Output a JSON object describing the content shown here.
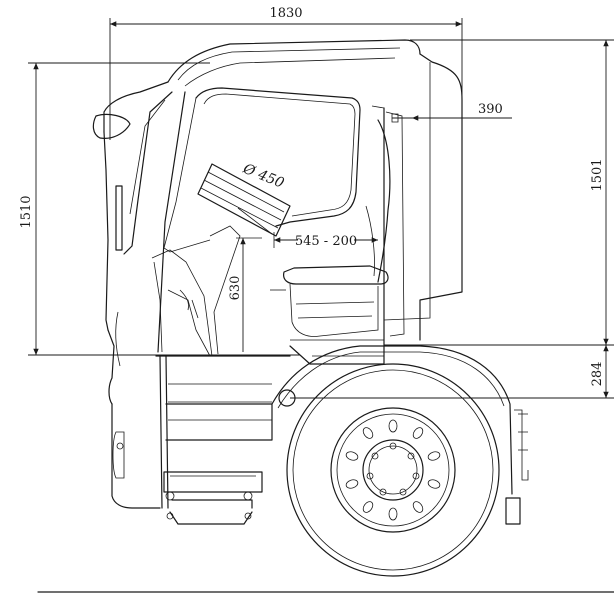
{
  "dimensions": {
    "overall_length": "1830",
    "cab_height": "1510",
    "right_height": "1501",
    "seat_offset": "390",
    "hatch_diameter": "Ø 450",
    "seat_adjust": "545 - 200",
    "step_height": "630",
    "floor_height": "284"
  },
  "colors": {
    "line": "#1a1a1a",
    "background": "#ffffff"
  }
}
